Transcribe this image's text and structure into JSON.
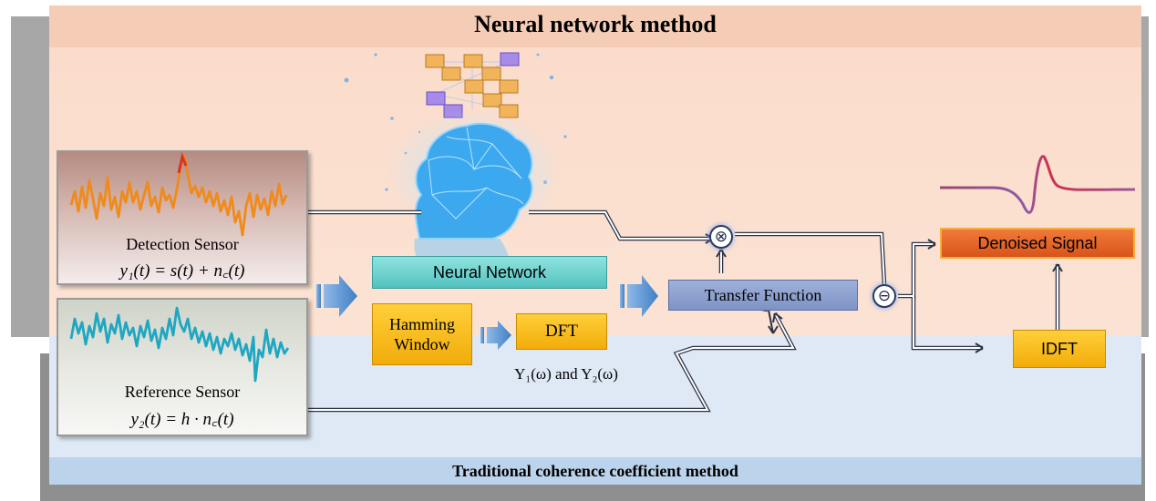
{
  "title": "Neural network method",
  "footer": "Traditional coherence coefficient method",
  "detection": {
    "label": "Detection Sensor",
    "formula": "y₁(t)  =  s(t) + n꜀(t)"
  },
  "reference": {
    "label": "Reference Sensor",
    "formula": "y₂(t)  = h · n꜀(t)"
  },
  "blocks": {
    "neural_network": "Neural Network",
    "hamming_line1": "Hamming",
    "hamming_line2": "Window",
    "dft": "DFT",
    "transfer_function": "Transfer Function",
    "denoised_signal": "Denoised Signal",
    "idft": "IDFT"
  },
  "spectra_label": "Y₁(ω) and Y₂(ω)",
  "operators": {
    "multiply": "⊗",
    "subtract": "⊖"
  },
  "colors": {
    "top_band": "#fbe3d4",
    "bottom_band": "#dfe9f5",
    "neural_network": "#5cc9c6",
    "hamming_dft_idft": "#f7b91b",
    "transfer_function": "#8c9fcf",
    "denoised_signal": "#e3642a",
    "flow_arrow": "#4a86c8"
  },
  "icons": {
    "brain": "ai-brain-head-icon",
    "network": "neural-network-cubes-icon"
  }
}
